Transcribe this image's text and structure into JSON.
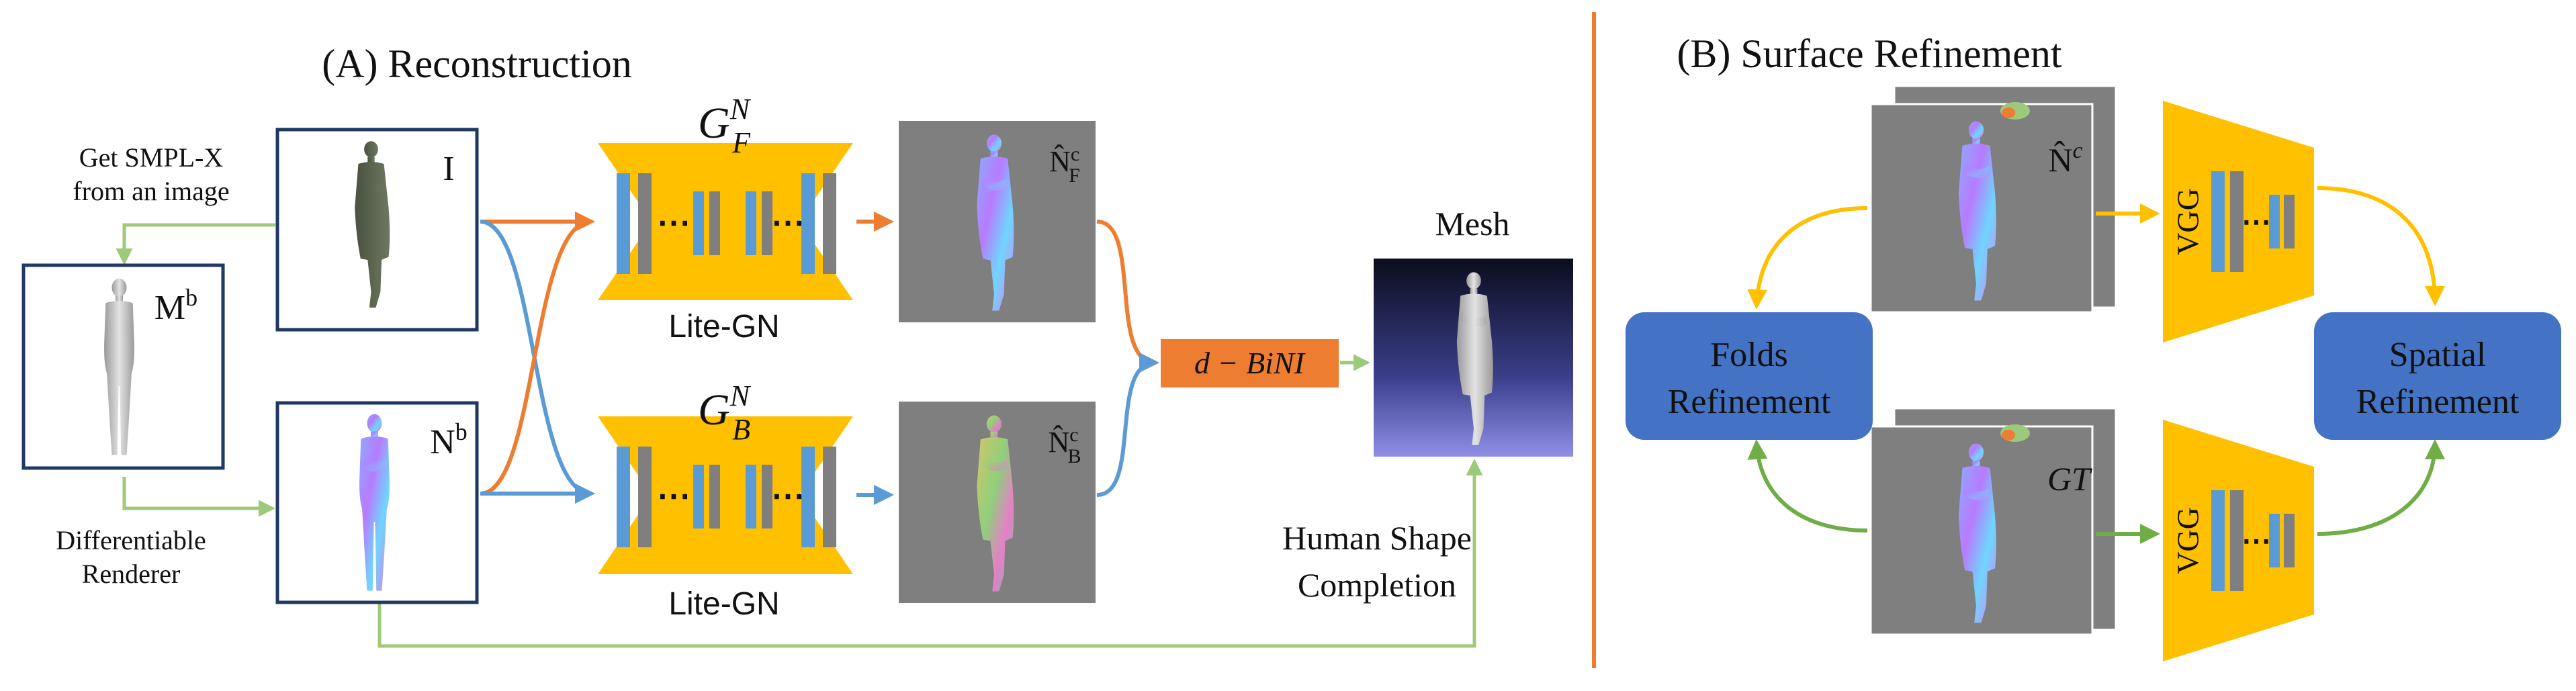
{
  "colors": {
    "orange": "#ED7D31",
    "blue": "#5B9BD5",
    "green": "#9DC97A",
    "dark_green": "#70AD47",
    "yellow": "#FFC000",
    "gray_panel": "#7F7F7F",
    "blue_box": "#4472C4",
    "divider": "#ED7D31"
  },
  "section_a": {
    "title": "(A) Reconstruction",
    "get_smplx_line1": "Get SMPL-X",
    "get_smplx_line2": "from an image",
    "diff_renderer_line1": "Differentiable",
    "diff_renderer_line2": "Renderer",
    "input_label": "I",
    "body_label": "M",
    "body_sup": "b",
    "normal_label": "N",
    "normal_sup": "b",
    "gn_front_main": "G",
    "gn_front_sup": "N",
    "gn_front_sub": "F",
    "gn_back_main": "G",
    "gn_back_sup": "N",
    "gn_back_sub": "B",
    "gn_caption_front": "Lite-GN",
    "gn_caption_back": "Lite-GN",
    "dots": "⋯",
    "nc_front_main": "N̂",
    "nc_front_sup": "c",
    "nc_front_sub": "F",
    "nc_back_main": "N̂",
    "nc_back_sup": "c",
    "nc_back_sub": "B",
    "bini": "d − BiNI",
    "mesh_label": "Mesh",
    "completion_line1": "Human Shape",
    "completion_line2": "Completion"
  },
  "section_b": {
    "title": "(B) Surface Refinement",
    "nc_main": "N̂",
    "nc_sup": "c",
    "gt": "GT",
    "vgg_top": "VGG",
    "vgg_bottom": "VGG",
    "dots": "⋯",
    "folds_line1": "Folds",
    "folds_line2": "Refinement",
    "spatial_line1": "Spatial",
    "spatial_line2": "Refinement"
  }
}
